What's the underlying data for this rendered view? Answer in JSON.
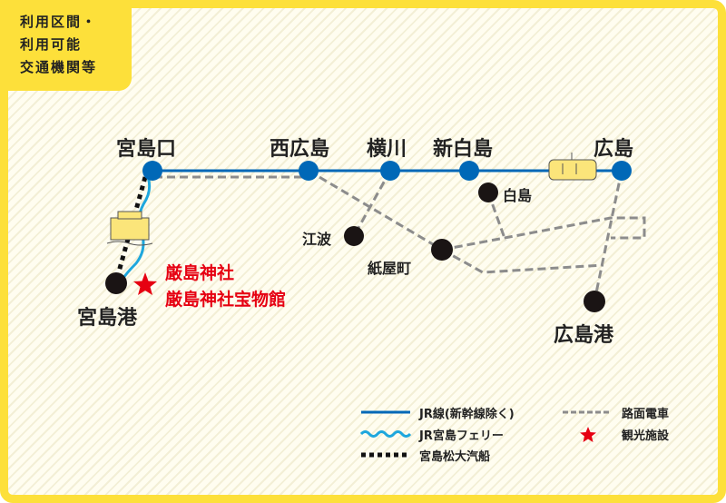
{
  "badge": {
    "line1": "利用区間・",
    "line2": "利用可能",
    "line3": "交通機関等"
  },
  "stations": {
    "miyajimaguchi": "宮島口",
    "nishihiroshima": "西広島",
    "yokogawa": "横川",
    "shinhakushima": "新白島",
    "hiroshima": "広島",
    "hakushima": "白島",
    "eba": "江波",
    "kamiyacho": "紙屋町",
    "miyajimako": "宮島港",
    "hiroshimako": "広島港"
  },
  "attractions": {
    "a1": "厳島神社",
    "a2": "厳島神社宝物館"
  },
  "legend": {
    "jr": "JR線(新幹線除く)",
    "ferry": "JR宮島フェリー",
    "matsudai": "宮島松大汽船",
    "tram": "路面電車",
    "sight": "観光施設"
  },
  "colors": {
    "jr": "#0068b7",
    "ferry": "#1ea7dd",
    "tram": "#8c8c8c",
    "star": "#e60012",
    "border": "#fde03a"
  }
}
